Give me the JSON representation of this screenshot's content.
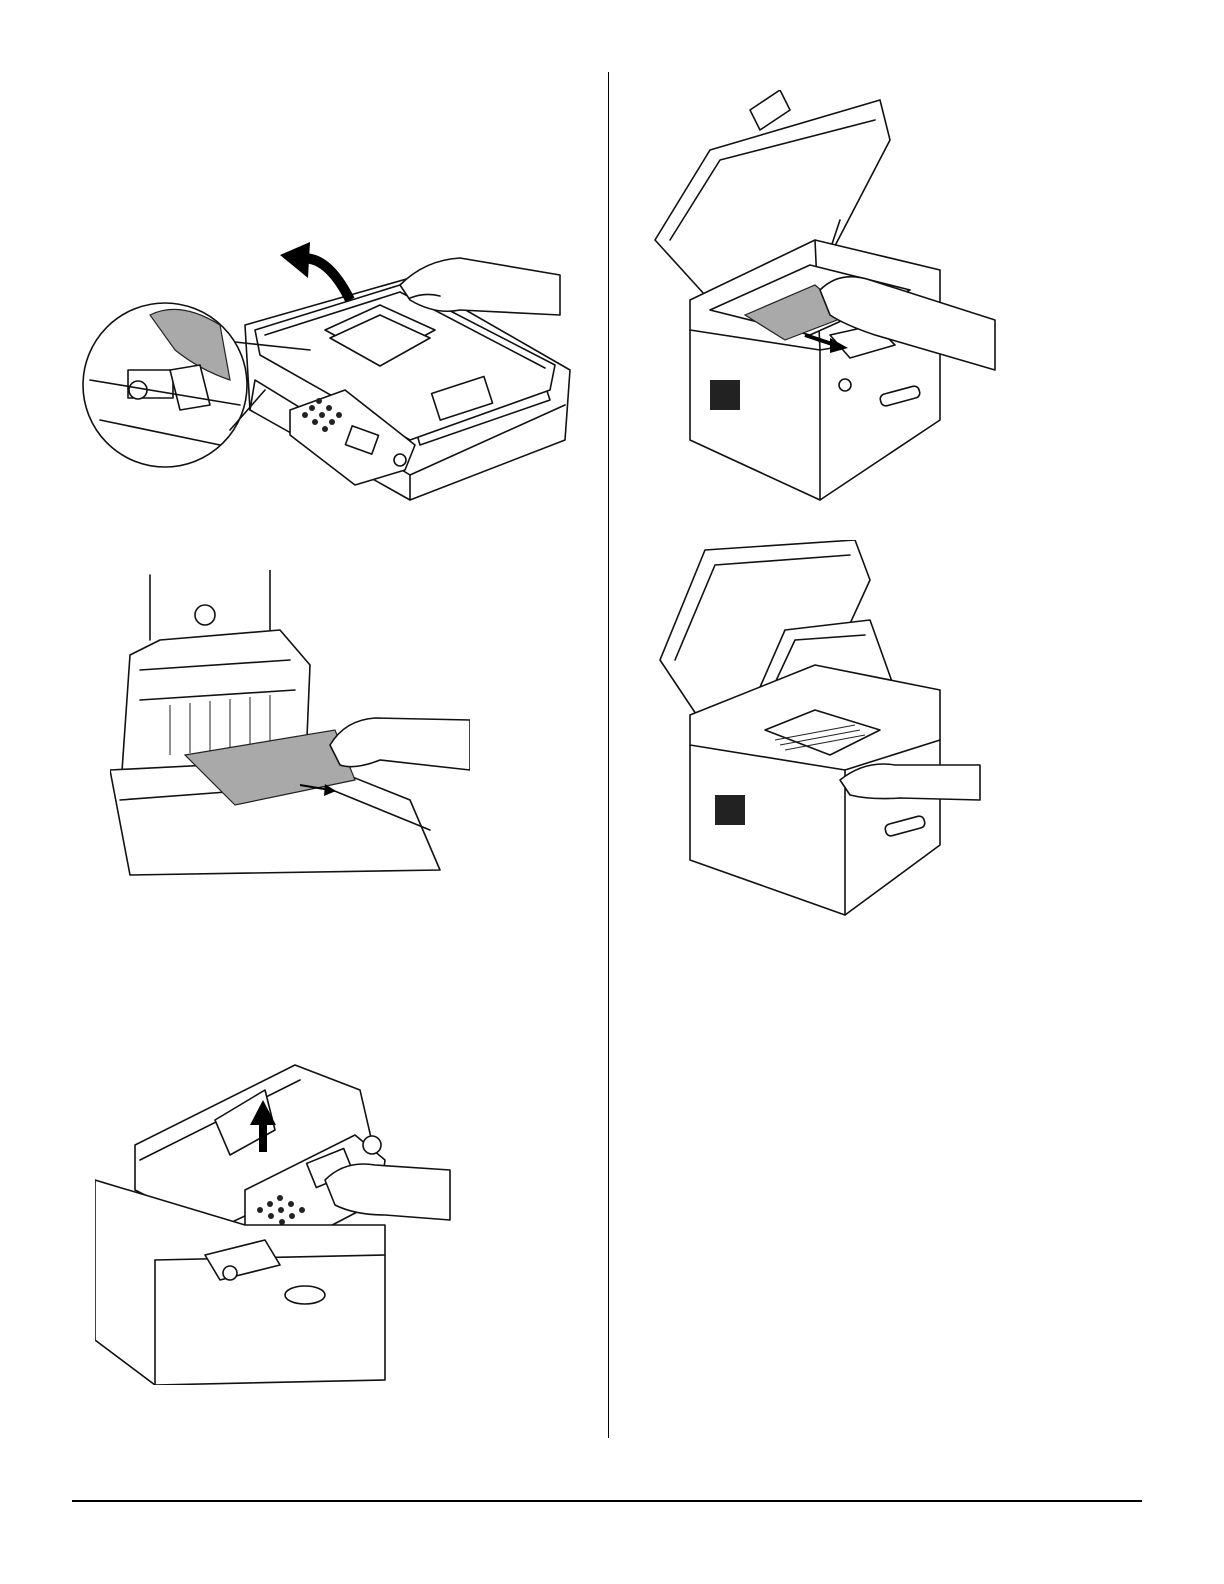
{
  "figures": [
    {
      "id": "fig-lift-adf",
      "icon": "raise-document-feeder-illustration"
    },
    {
      "id": "fig-open-adf-remove-paper",
      "icon": "remove-paper-from-feeder-illustration"
    },
    {
      "id": "fig-lift-scanner-unit",
      "icon": "raise-scanner-unit-illustration"
    },
    {
      "id": "fig-remove-paper-top",
      "icon": "remove-paper-under-scanner-illustration"
    },
    {
      "id": "fig-open-top-cover",
      "icon": "open-top-cover-illustration"
    }
  ],
  "colors": {
    "line": "#111111",
    "paper": "#a9a9a9",
    "background": "#ffffff"
  }
}
